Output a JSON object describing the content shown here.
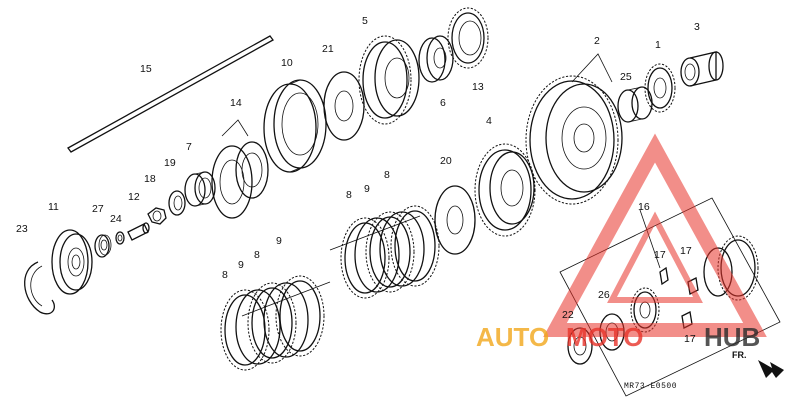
{
  "diagram": {
    "part_numbers": [
      {
        "id": "p1",
        "text": "1"
      },
      {
        "id": "p2",
        "text": "2"
      },
      {
        "id": "p3",
        "text": "3"
      },
      {
        "id": "p4",
        "text": "4"
      },
      {
        "id": "p5",
        "text": "5"
      },
      {
        "id": "p6",
        "text": "6"
      },
      {
        "id": "p7",
        "text": "7"
      },
      {
        "id": "p8a",
        "text": "8"
      },
      {
        "id": "p8b",
        "text": "8"
      },
      {
        "id": "p8c",
        "text": "8"
      },
      {
        "id": "p8d",
        "text": "8"
      },
      {
        "id": "p9a",
        "text": "9"
      },
      {
        "id": "p9b",
        "text": "9"
      },
      {
        "id": "p9c",
        "text": "9"
      },
      {
        "id": "p10",
        "text": "10"
      },
      {
        "id": "p11",
        "text": "11"
      },
      {
        "id": "p12",
        "text": "12"
      },
      {
        "id": "p13",
        "text": "13"
      },
      {
        "id": "p14",
        "text": "14"
      },
      {
        "id": "p15",
        "text": "15"
      },
      {
        "id": "p16",
        "text": "16"
      },
      {
        "id": "p17a",
        "text": "17"
      },
      {
        "id": "p17b",
        "text": "17"
      },
      {
        "id": "p17c",
        "text": "17"
      },
      {
        "id": "p18",
        "text": "18"
      },
      {
        "id": "p19",
        "text": "19"
      },
      {
        "id": "p20",
        "text": "20"
      },
      {
        "id": "p21",
        "text": "21"
      },
      {
        "id": "p22",
        "text": "22"
      },
      {
        "id": "p23",
        "text": "23"
      },
      {
        "id": "p24",
        "text": "24"
      },
      {
        "id": "p25",
        "text": "25"
      },
      {
        "id": "p26",
        "text": "26"
      },
      {
        "id": "p27",
        "text": "27"
      }
    ],
    "diagram_code": "MR73-E0500",
    "direction_marker": "FR.",
    "watermark": {
      "text_left": "AUTO",
      "text_mid": "MOTO",
      "text_right": "HUB",
      "color_primary": "#e8332a",
      "color_accent": "#f2a71b",
      "color_dark": "#2b2b2b"
    }
  }
}
